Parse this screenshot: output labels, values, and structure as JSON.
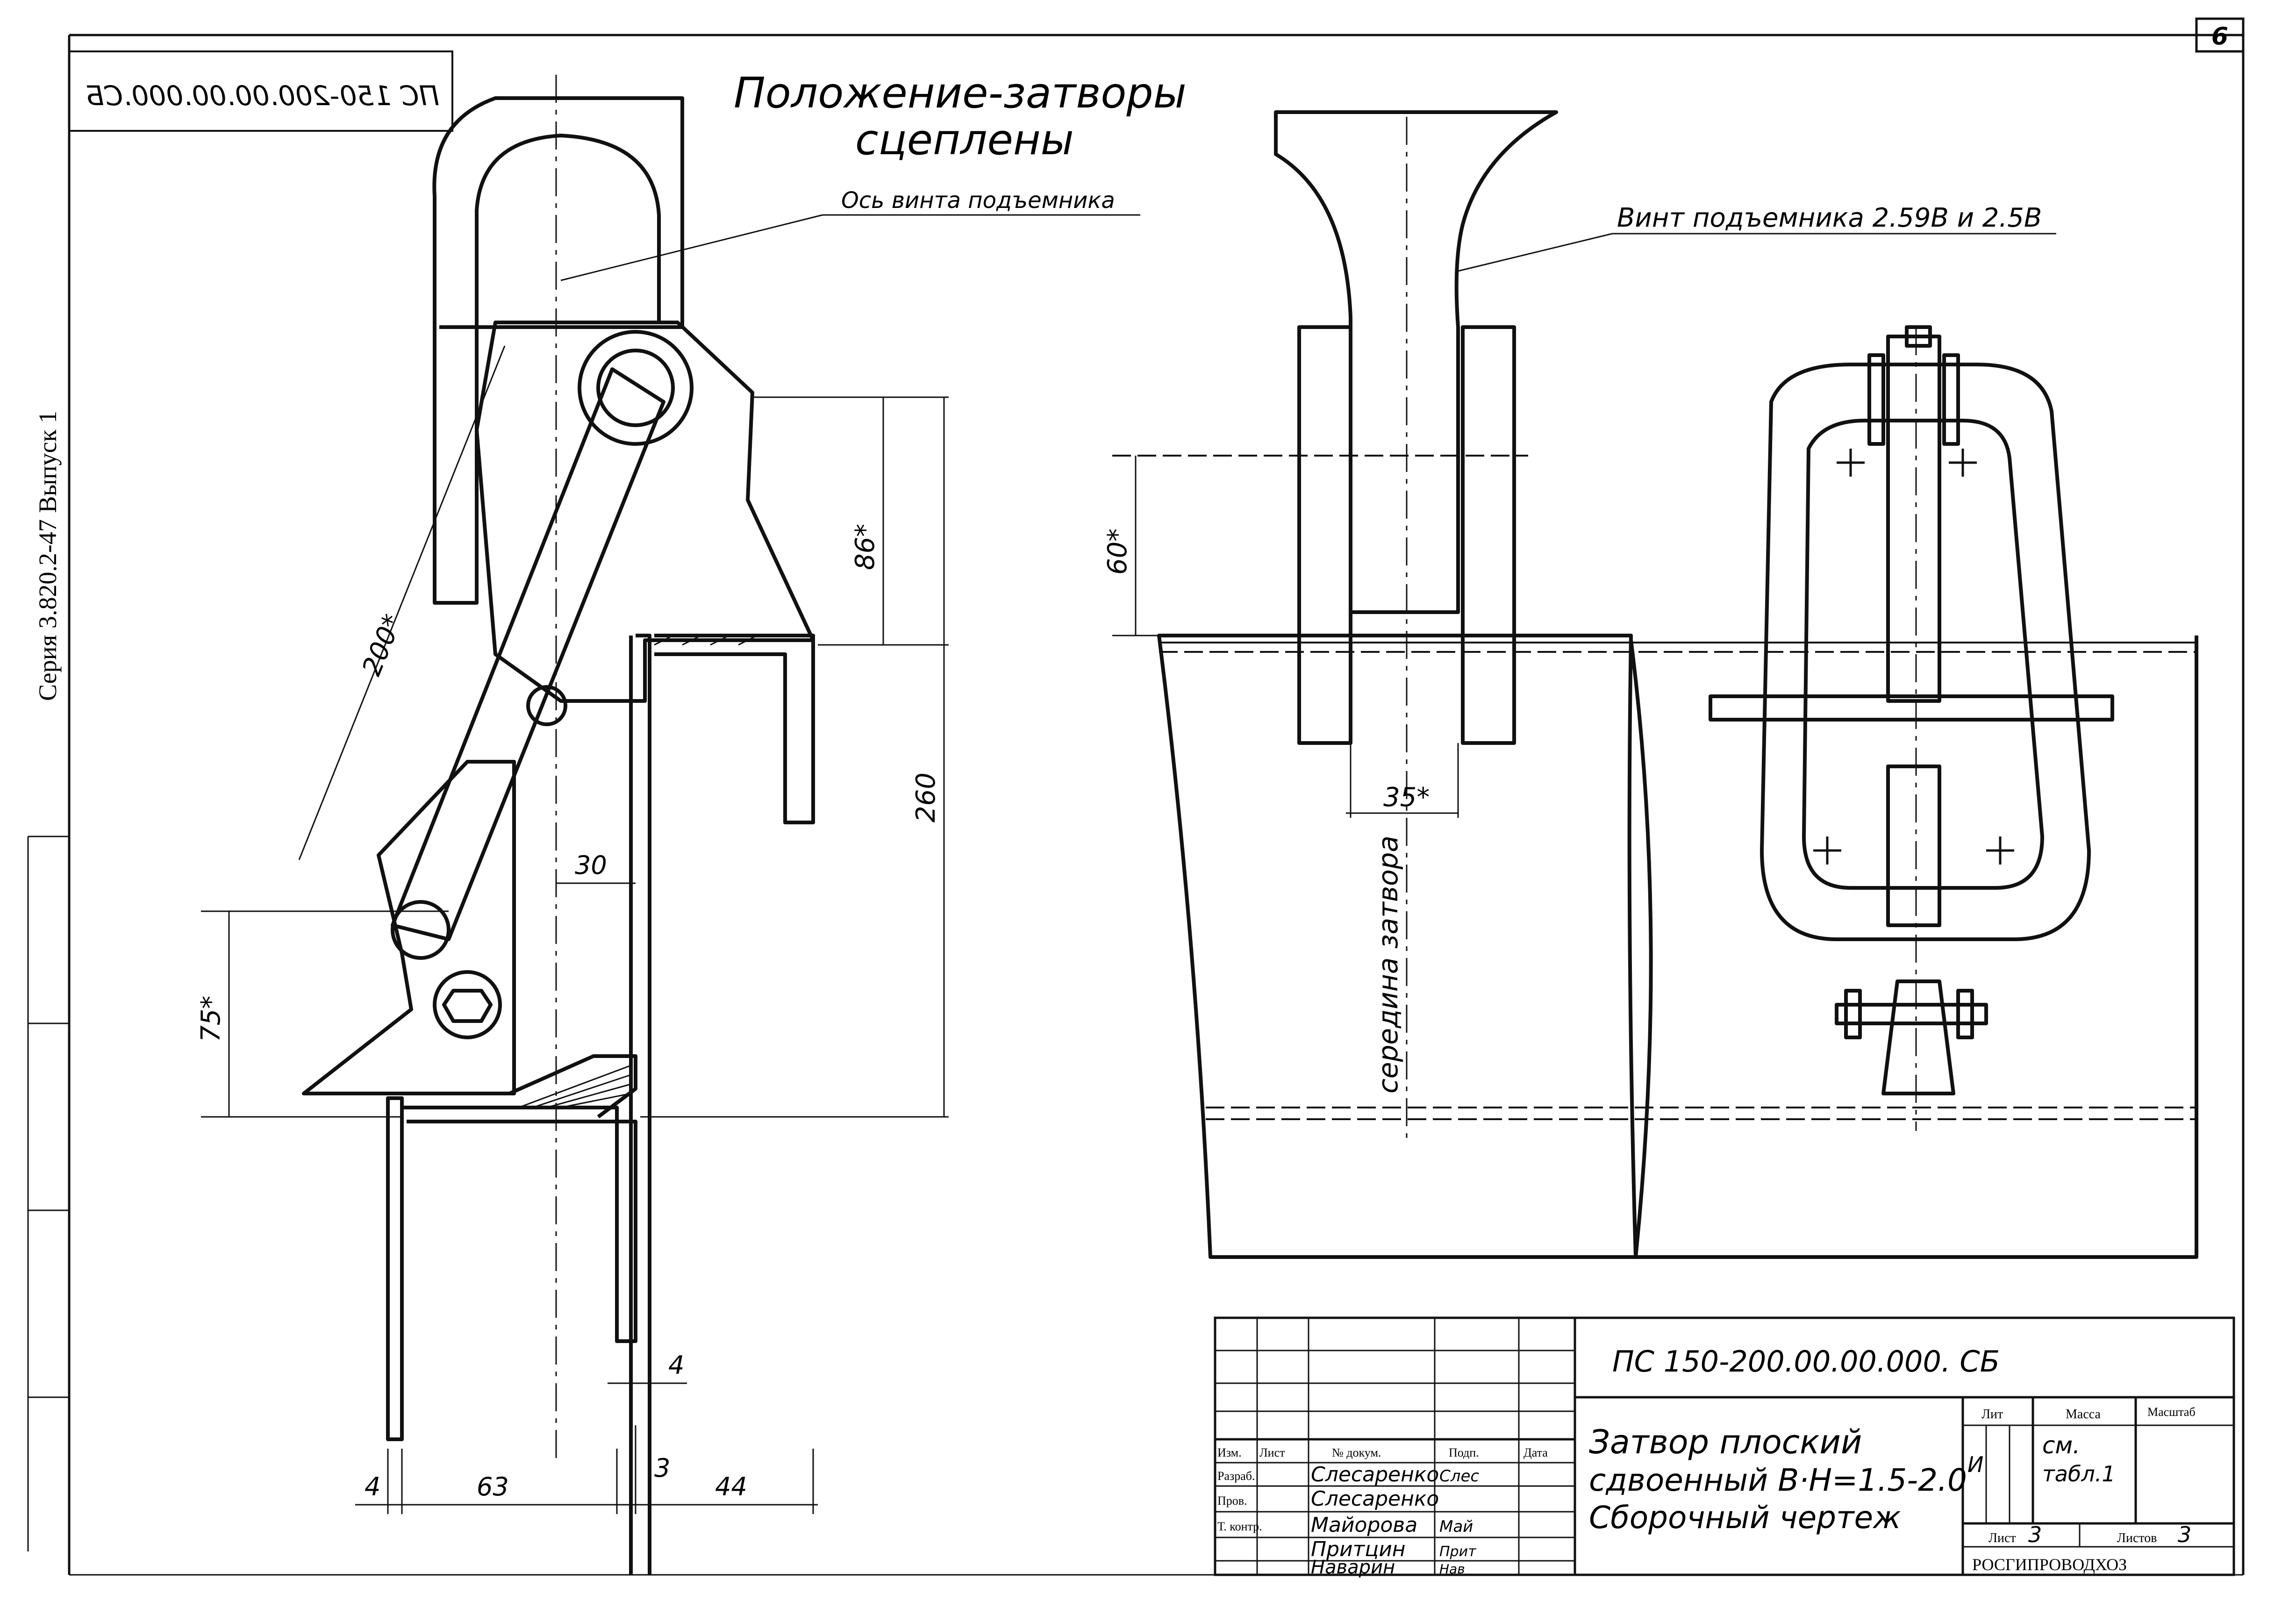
{
  "sheet": {
    "sheet_number": "6",
    "side_series": "Серия 3.820.2-47 Выпуск 1",
    "mirrored_code": "ПС 150-200.00.00.000.СБ",
    "title_line1": "Положение-затворы",
    "title_line2": "сцеплены"
  },
  "callouts": {
    "screw_axis": "Ось винта подъемника",
    "lift_screw": "Винт подъемника 2.59В и 2.5В",
    "gate_middle": "середина затвора"
  },
  "dimensions": {
    "d200": "200*",
    "d86": "86*",
    "d260": "260",
    "d30": "30",
    "d75": "75*",
    "d60": "60*",
    "d35": "35*",
    "d4_top": "4",
    "d4_bottom": "4",
    "d63": "63",
    "d3": "3",
    "d44": "44"
  },
  "stamp": {
    "designation": "ПС 150-200.00.00.000. СБ",
    "name_line1": "Затвор плоский",
    "name_line2": "сдвоенный В·Н=1.5-2.0",
    "name_line3": "Сборочный чертеж",
    "headers": {
      "izm": "Изм.",
      "list": "Лист",
      "doc": "№ докум.",
      "sign": "Подп.",
      "date": "Дата"
    },
    "roles": [
      "Разраб.",
      "Пров.",
      "Т. контр.",
      "",
      ""
    ],
    "people": [
      "Слесаренко",
      "Слесаренко",
      "Майорова",
      "Притцин",
      "Наварин"
    ],
    "signatures": [
      "Слес",
      "",
      "Май",
      "Прит",
      "Нав"
    ],
    "lit_label": "Лит",
    "lit_value": "И",
    "mass_label": "Масса",
    "mass_value_1": "см.",
    "mass_value_2": "табл.1",
    "scale_label": "Масштаб",
    "sheet_label": "Лист",
    "sheet_value": "3",
    "sheets_label": "Листов",
    "sheets_value": "3",
    "organization": "РОСГИПРОВОДХОЗ"
  }
}
